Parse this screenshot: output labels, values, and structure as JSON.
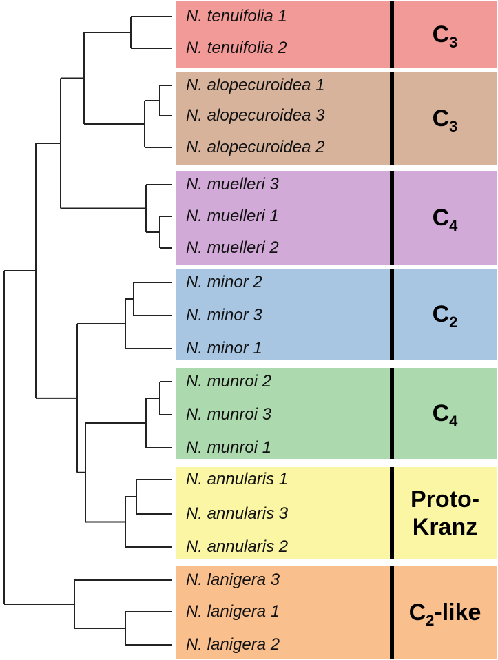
{
  "colors": {
    "tree_line": "#222222",
    "group_bar": "#000000"
  },
  "groups": [
    {
      "id": "tenuifolia",
      "color": "#f19a98",
      "label": {
        "main": "C",
        "sub": "3",
        "suffix": ""
      },
      "taxa": [
        "N. tenuifolia 1",
        "N. tenuifolia 2"
      ]
    },
    {
      "id": "alopecuroidea",
      "color": "#d8b39c",
      "label": {
        "main": "C",
        "sub": "3",
        "suffix": ""
      },
      "taxa": [
        "N. alopecuroidea 1",
        "N. alopecuroidea 3",
        "N. alopecuroidea 2"
      ]
    },
    {
      "id": "muelleri",
      "color": "#d2aad8",
      "label": {
        "main": "C",
        "sub": "4",
        "suffix": ""
      },
      "taxa": [
        "N. muelleri 3",
        "N. muelleri 1",
        "N. muelleri 2"
      ]
    },
    {
      "id": "minor",
      "color": "#a8c6e2",
      "label": {
        "main": "C",
        "sub": "2",
        "suffix": ""
      },
      "taxa": [
        "N. minor 2",
        "N. minor 3",
        "N. minor 1"
      ]
    },
    {
      "id": "munroi",
      "color": "#acd9ad",
      "label": {
        "main": "C",
        "sub": "4",
        "suffix": ""
      },
      "taxa": [
        "N. munroi 2",
        "N. munroi 3",
        "N. munroi 1"
      ]
    },
    {
      "id": "annularis",
      "color": "#fbf6a3",
      "label": {
        "main": "Proto-",
        "sub": "",
        "suffix": "Kranz"
      },
      "taxa": [
        "N. annularis 1",
        "N. annularis 3",
        "N. annularis 2"
      ]
    },
    {
      "id": "lanigera",
      "color": "#f9bf8c",
      "label": {
        "main": "C",
        "sub": "2",
        "suffix": "-like"
      },
      "taxa": [
        "N. lanigera 3",
        "N. lanigera 1",
        "N. lanigera 2"
      ]
    }
  ]
}
